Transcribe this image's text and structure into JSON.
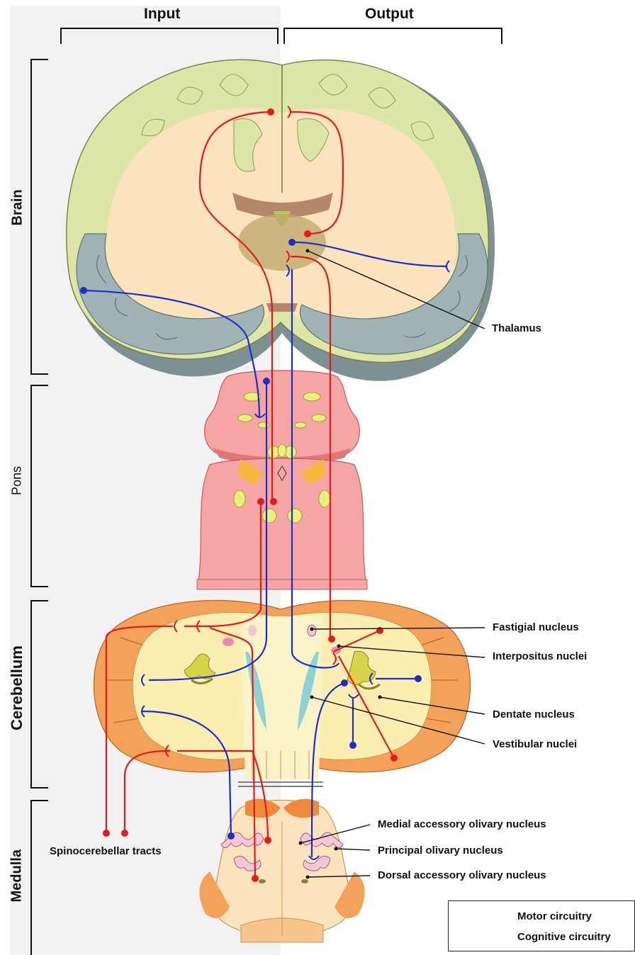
{
  "headers": {
    "input": "Input",
    "output": "Output"
  },
  "regions": {
    "brain": "Brain",
    "pons": "Pons",
    "cerebellum": "Cerebellum",
    "medulla": "Medulla"
  },
  "labels": {
    "thalamus": "Thalamus",
    "fastigial": "Fastigial nucleus",
    "interpositus": "Interpositus nuclei",
    "dentate": "Dentate nucleus",
    "vestibular": "Vestibular nuclei",
    "medial_accessory": "Medial accessory olivary nucleus",
    "principal_olivary": "Principal olivary nucleus",
    "dorsal_accessory": "Dorsal accessory olivary nucleus",
    "spinocerebellar": "Spinocerebellar tracts"
  },
  "legend": {
    "motor": "Motor circuitry",
    "cognitive": "Cognitive circuitry"
  },
  "colors": {
    "motor": "#e41a1a",
    "cognitive": "#1a2fc8",
    "cortex": "#dde6a6",
    "white_matter": "#fbe3bd",
    "temporal": "#9fb3b4",
    "pons": "#f6a5a5",
    "cerebellum_outer": "#f4a25a",
    "cerebellum_inner": "#fbeeb0",
    "input_panel": "#f2f2f2"
  }
}
